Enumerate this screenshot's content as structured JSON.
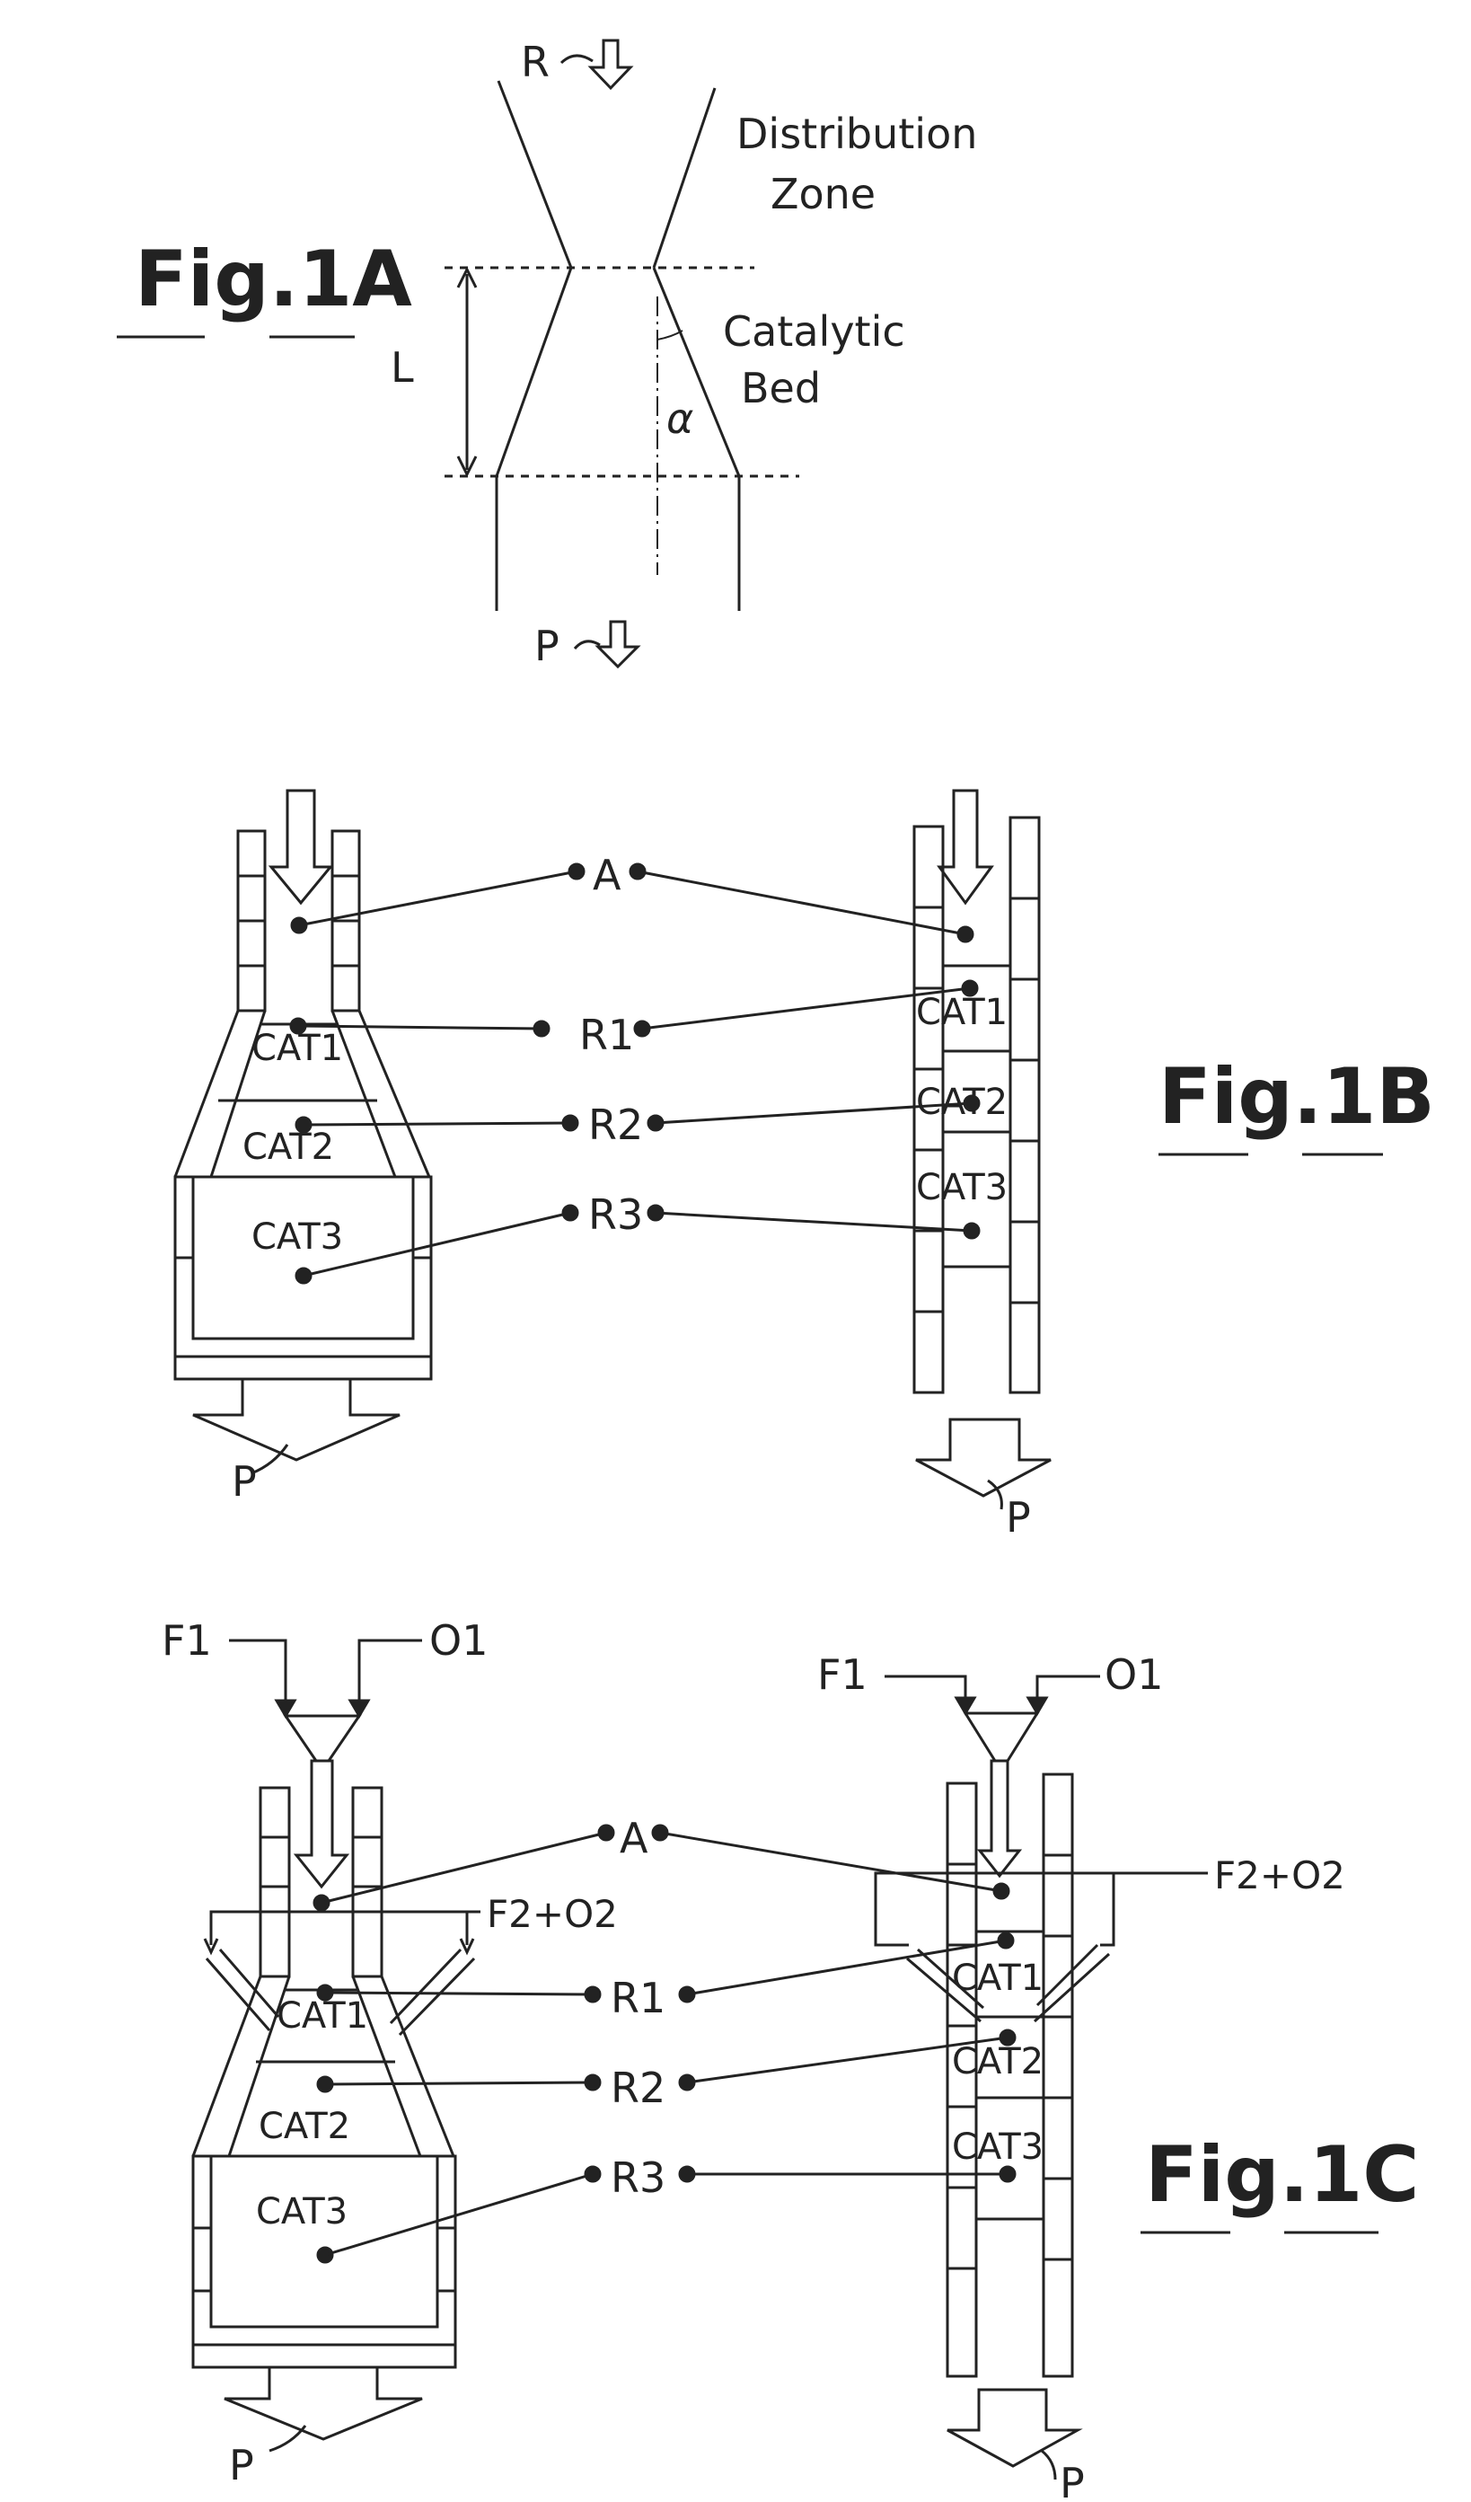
{
  "fig1a": {
    "title": "Fig.1A",
    "inlet_label": "R",
    "outlet_label": "P",
    "distribution_zone_line1": "Distribution",
    "distribution_zone_line2": "Zone",
    "catalytic_bed_line1": "Catalytic",
    "catalytic_bed_line2": "Bed",
    "length_label": "L",
    "angle_label": "α"
  },
  "fig1b": {
    "title": "Fig.1B",
    "label_a": "A",
    "label_r1": "R1",
    "label_r2": "R2",
    "label_r3": "R3",
    "left_cat1": "CAT1",
    "left_cat2": "CAT2",
    "left_cat3": "CAT3",
    "right_cat1": "CAT1",
    "right_cat2": "CAT2",
    "right_cat3": "CAT3",
    "left_outlet": "P",
    "right_outlet": "P"
  },
  "fig1c": {
    "title": "Fig.1C",
    "label_a": "A",
    "label_r1": "R1",
    "label_r2": "R2",
    "label_r3": "R3",
    "left_feed1": "F1",
    "left_oxidant1": "O1",
    "left_secondary": "F2+O2",
    "right_feed1": "F1",
    "right_oxidant1": "O1",
    "right_secondary": "F2+O2",
    "left_cat1": "CAT1",
    "left_cat2": "CAT2",
    "left_cat3": "CAT3",
    "right_cat1": "CAT1",
    "right_cat2": "CAT2",
    "right_cat3": "CAT3",
    "left_outlet": "P",
    "right_outlet": "P"
  }
}
